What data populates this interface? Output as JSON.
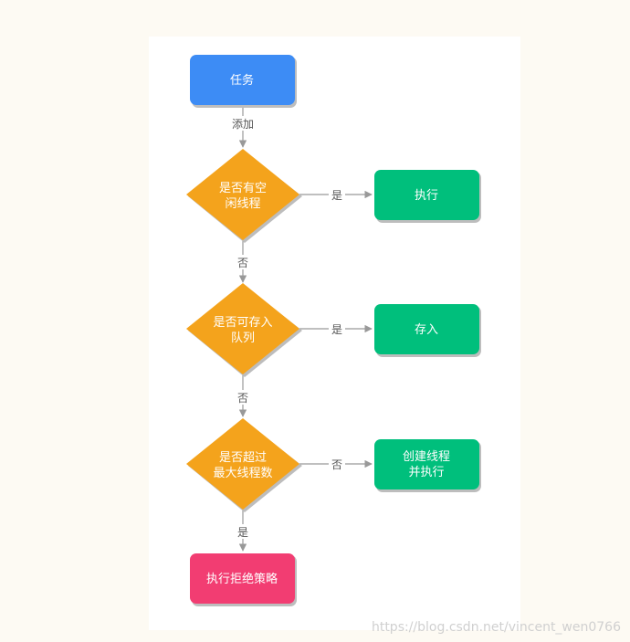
{
  "colors": {
    "start": "#3d8cf5",
    "decision": "#f4a31c",
    "action": "#00bf7c",
    "reject": "#f23d72",
    "edge": "#999999",
    "shadow": "#bdbdbd"
  },
  "nodes": {
    "task": "任务",
    "decision_idle": [
      "是否有空",
      "闲线程"
    ],
    "decision_queue": [
      "是否可存入",
      "队列"
    ],
    "decision_max": [
      "是否超过",
      "最大线程数"
    ],
    "execute": "执行",
    "enqueue": "存入",
    "create_thread": [
      "创建线程",
      "并执行"
    ],
    "reject": "执行拒绝策略"
  },
  "edges": {
    "add": "添加",
    "idle_yes": "是",
    "idle_no": "否",
    "queue_yes": "是",
    "queue_no": "否",
    "max_no": "否",
    "max_yes": "是"
  },
  "watermark": "https://blog.csdn.net/vincent_wen0766"
}
